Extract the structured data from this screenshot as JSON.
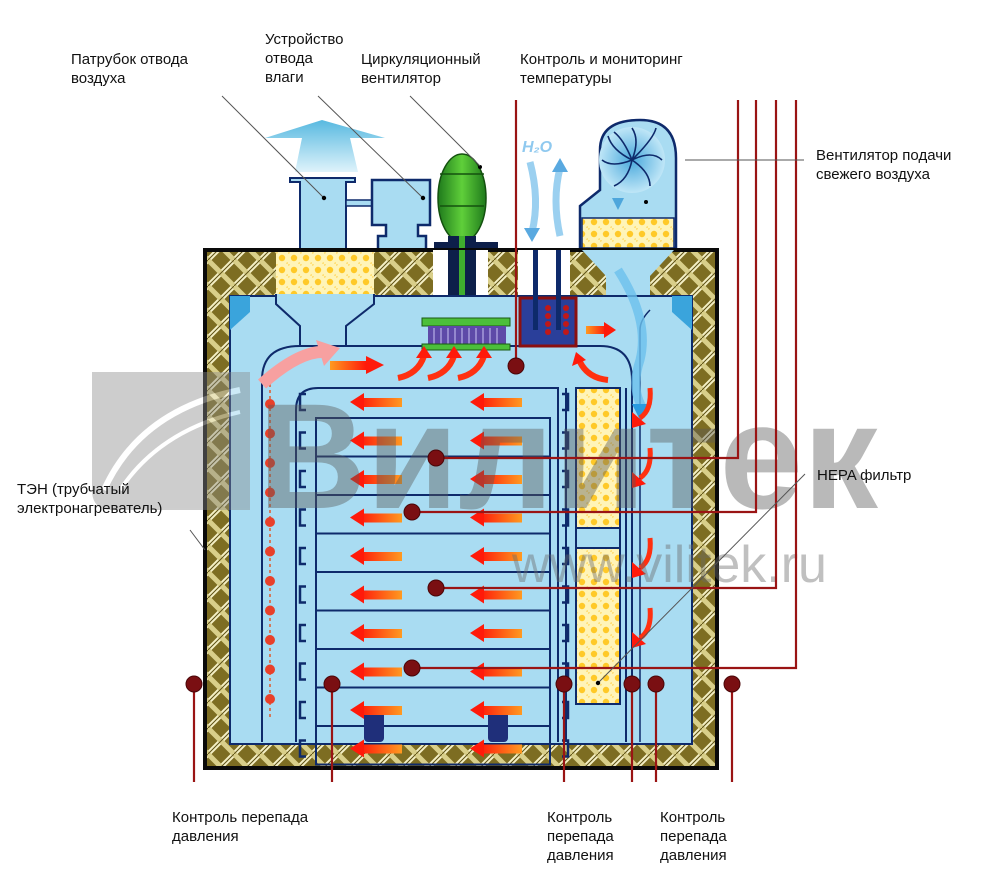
{
  "diagram": {
    "title": "Схема сушильного шкафа",
    "watermark": {
      "brand": "Вилитек",
      "url": "www.vilitek.ru"
    },
    "labels": {
      "exhaust_pipe": "Патрубок отвода\nвоздуха",
      "moisture_removal": "Устройство\nотвода\nвлаги",
      "circulation_fan": "Циркуляционный\nвентилятор",
      "temperature_monitoring": "Контроль и мониторинг\nтемпературы",
      "fresh_air_fan": "Вентилятор подачи\nсвежего воздуха",
      "heater": "ТЭН (трубчатый\nэлектронагреватель)",
      "hepa_filter": "HEPA фильтр",
      "pressure_left": "Контроль перепада\nдавления",
      "pressure_mid": "Контроль\nперепада\nдавления",
      "pressure_right": "Контроль\nперепада\nдавления"
    },
    "h2o_text": "H₂O",
    "shelves_count": 9,
    "colors": {
      "insulation": "#8a7a2a",
      "chamber": "#a9dcf2",
      "outline": "#0e2a6b",
      "sensor": "#7a0f12",
      "wire": "#9a1414",
      "airflow_hot": "#ff2a10",
      "filter": "#ffe27a",
      "fan_green": "#2f9a2a"
    }
  }
}
